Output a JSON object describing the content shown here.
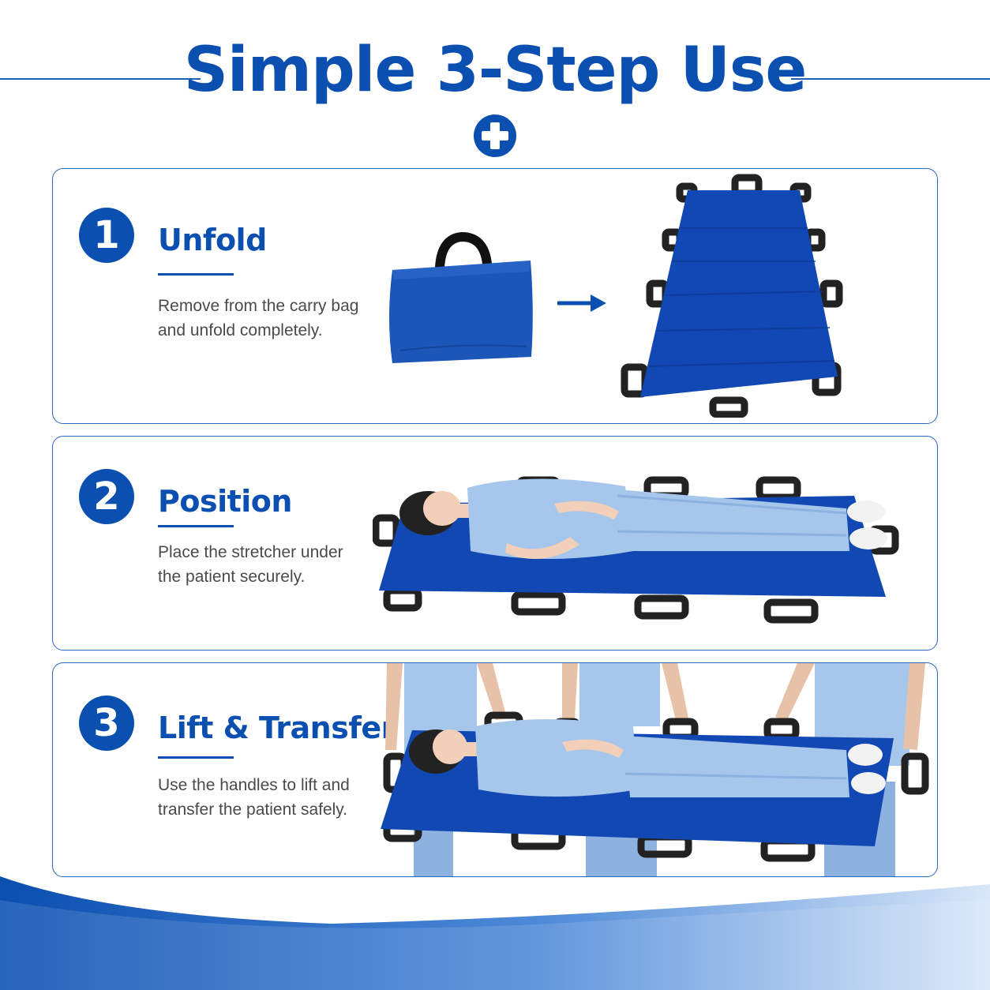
{
  "header": {
    "title": "Simple 3-Step Use",
    "badge_icon": "medical-cross-icon"
  },
  "steps": [
    {
      "number": "1",
      "title": "Unfold",
      "description": "Remove from the carry bag and unfold completely.",
      "illustration_icons": [
        "carry-bag-icon",
        "arrow-right-icon",
        "unfolded-stretcher-icon"
      ]
    },
    {
      "number": "2",
      "title": "Position",
      "description": "Place the stretcher under the patient securely.",
      "illustration_icons": [
        "patient-on-stretcher-icon"
      ]
    },
    {
      "number": "3",
      "title": "Lift & Transfer",
      "description": "Use the handles to lift and transfer the patient safely.",
      "illustration_icons": [
        "carriers-lifting-patient-icon"
      ]
    }
  ],
  "colors": {
    "primary": "#0b4fb0",
    "stretcher": "#1248b4",
    "scrubs": "#a7c6ec",
    "border": "#2a67c0"
  }
}
